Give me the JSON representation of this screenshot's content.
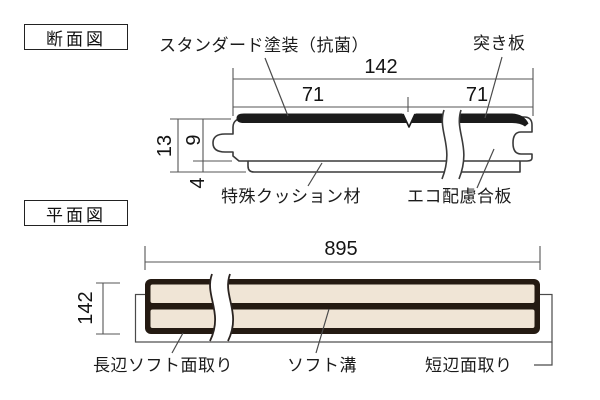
{
  "section": {
    "title": "断面図",
    "label_coating": "スタンダード塗装（抗菌）",
    "label_veneer": "突き板",
    "label_cushion": "特殊クッション材",
    "label_plywood": "エコ配慮合板",
    "dim_total_width": "142",
    "dim_half_left": "71",
    "dim_half_right": "71",
    "dim_thickness_total": "13",
    "dim_thickness_body": "9",
    "dim_thickness_cushion": "4"
  },
  "plan": {
    "title": "平面図",
    "label_long_edge": "長辺ソフト面取り",
    "label_groove": "ソフト溝",
    "label_short_edge": "短辺面取り",
    "dim_length": "895",
    "dim_width": "142"
  },
  "colors": {
    "wood_fill": "#f0e5d6",
    "board_outline": "#241a12",
    "drawing_line": "#3a3a3a",
    "dimension_line": "#555555"
  }
}
